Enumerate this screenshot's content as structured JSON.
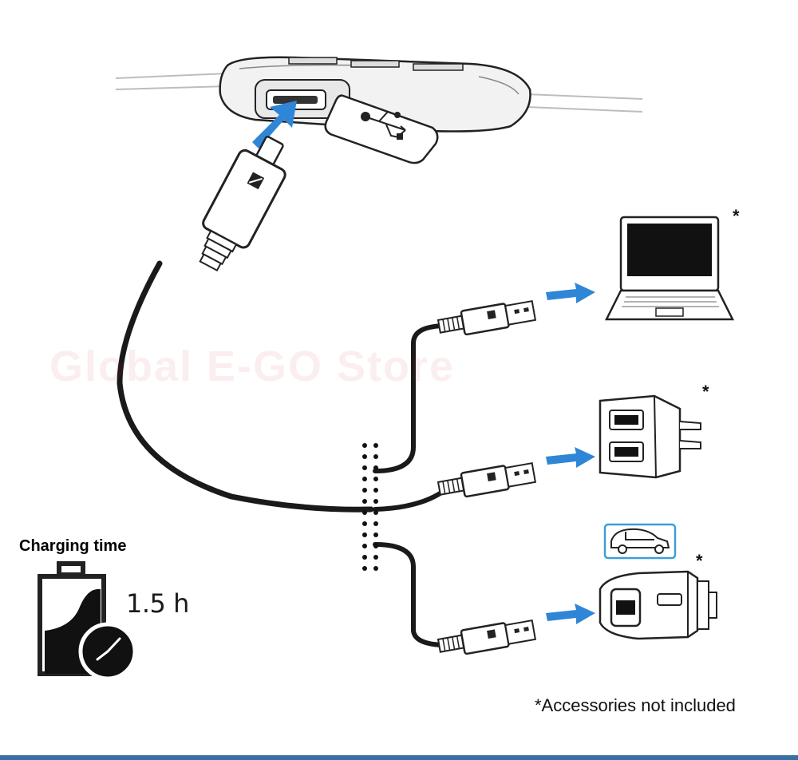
{
  "labels": {
    "charging_time": "Charging time",
    "time_value": "1.5 h",
    "note": "*Accessories not included",
    "star": "*",
    "watermark": "Global E-GO Store"
  },
  "colors": {
    "arrow_blue": "#2f86d6",
    "car_badge_border": "#3aa0d8",
    "line": "#1a1a1a",
    "screen": "#111111"
  },
  "icons": {
    "headset_control": "headset-control-unit-icon",
    "micro_usb": "micro-usb-connector-icon",
    "usb_symbol": "usb-symbol-icon",
    "laptop": "laptop-icon",
    "wall_adapter": "wall-usb-adapter-icon",
    "car_adapter": "car-usb-adapter-icon",
    "car": "car-icon",
    "battery": "battery-charging-icon",
    "clock": "clock-icon"
  }
}
